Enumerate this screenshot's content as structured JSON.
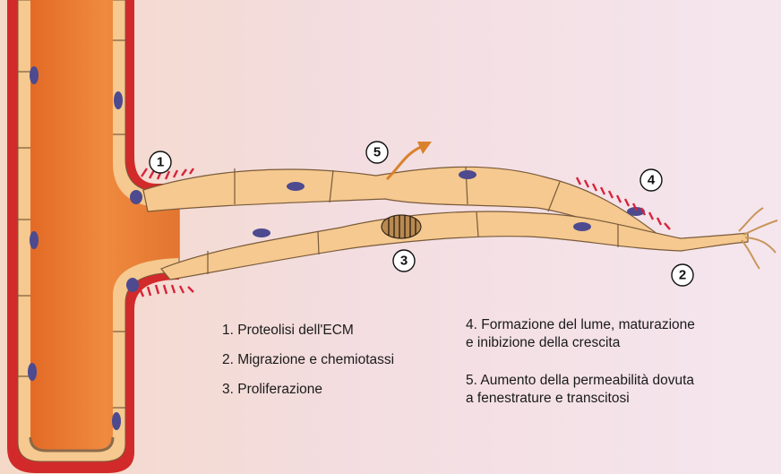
{
  "markers": {
    "m1": "1",
    "m2": "2",
    "m3": "3",
    "m4": "4",
    "m5": "5"
  },
  "legend": {
    "item1": "1. Proteolisi dell'ECM",
    "item2": "2. Migrazione e chemiotassi",
    "item3": "3. Proliferazione",
    "item4_line1": "4. Formazione del lume, maturazione",
    "item4_line2": "e inibizione della crescita",
    "item5_line1": "5. Aumento della permeabilità dovuta",
    "item5_line2": "a fenestrature e transcitosi"
  },
  "colors": {
    "vessel_lumen": "#e8782e",
    "vessel_wall": "#d22a2a",
    "endothelial_cell": "#f5c98f",
    "nucleus": "#4d4a8f",
    "degradation_marks": "#d7233a",
    "sprout_arrow": "#d9822b",
    "background": "#f6e6ec"
  }
}
